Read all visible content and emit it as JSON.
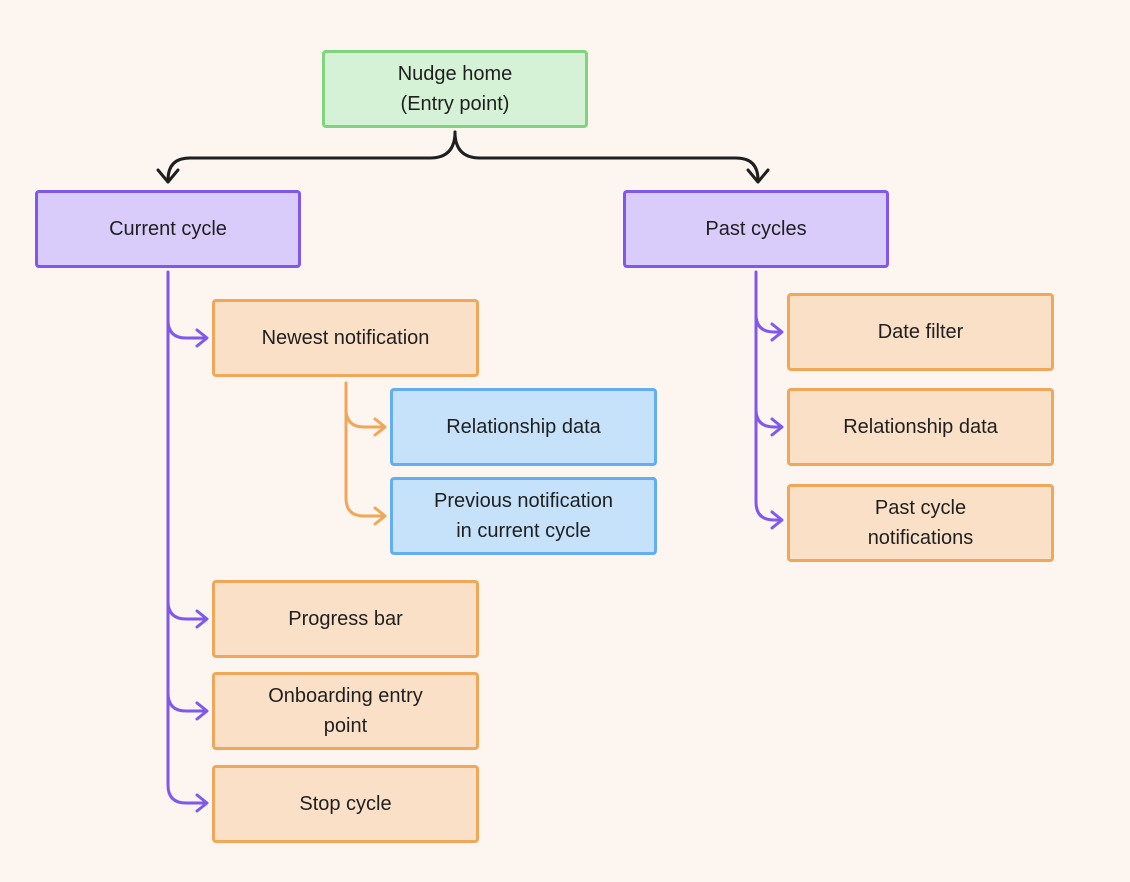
{
  "diagram": {
    "root": {
      "label": "Nudge home\n(Entry point)"
    },
    "current_cycle": {
      "label": "Current cycle",
      "children": {
        "newest_notification": {
          "label": "Newest notification",
          "children": {
            "relationship_data": {
              "label": "Relationship data"
            },
            "previous_notification": {
              "label": "Previous notification\nin current cycle"
            }
          }
        },
        "progress_bar": {
          "label": "Progress bar"
        },
        "onboarding_entry_point": {
          "label": "Onboarding entry\npoint"
        },
        "stop_cycle": {
          "label": "Stop cycle"
        }
      }
    },
    "past_cycles": {
      "label": "Past cycles",
      "children": {
        "date_filter": {
          "label": "Date filter"
        },
        "relationship_data": {
          "label": "Relationship data"
        },
        "past_cycle_notifications": {
          "label": "Past cycle\nnotifications"
        }
      }
    },
    "colors": {
      "background": "#fdf5ef",
      "root_fill": "#d6f2d6",
      "root_border": "#7fd47e",
      "section_fill": "#d9ccfa",
      "section_border": "#8058ee",
      "item_fill": "#fbe0c8",
      "item_border": "#f1a75a",
      "detail_fill": "#c6e2fb",
      "detail_border": "#62aef1",
      "root_connector": "#1f1f1f",
      "section_connector": "#8058ee",
      "item_connector": "#f1a75a"
    }
  }
}
